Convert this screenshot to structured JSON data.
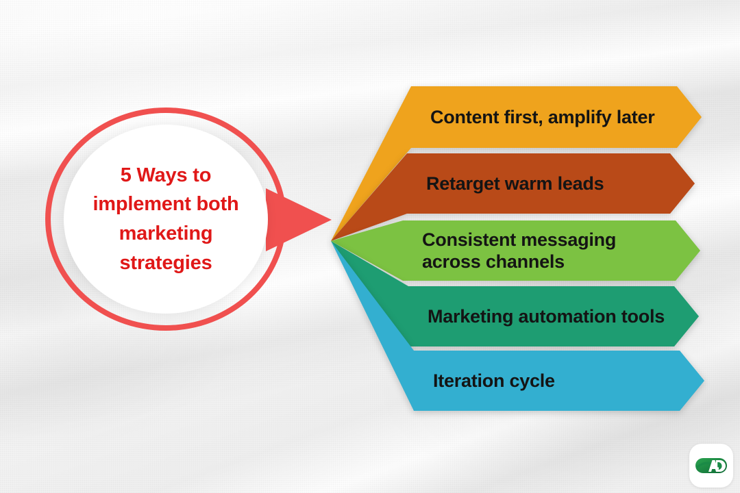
{
  "background": {
    "style": "white-silk-fabric-texture",
    "base_color": "#fafafa"
  },
  "callout": {
    "title": "5 Ways to\nimplement both\nmarketing\nstrategies",
    "text_color": "#e01818",
    "ring_color": "#f0504f",
    "fill_color": "#ffffff"
  },
  "bars": [
    {
      "index": 1,
      "label": "Content first, amplify later",
      "color": "#efa31d",
      "text_color": "#141414"
    },
    {
      "index": 2,
      "label": "Retarget warm leads",
      "color": "#b94a18",
      "text_color": "#141414"
    },
    {
      "index": 3,
      "label": "Consistent messaging across channels",
      "color": "#7cc242",
      "text_color": "#141414"
    },
    {
      "index": 4,
      "label": "Marketing automation tools",
      "color": "#1e9d72",
      "text_color": "#141414"
    },
    {
      "index": 5,
      "label": "Iteration cycle",
      "color": "#33afd0",
      "text_color": "#141414"
    }
  ],
  "logo": {
    "name": "ad-logo",
    "letters": "AD",
    "color": "#1a8a46",
    "badge_color": "#ffffff"
  }
}
